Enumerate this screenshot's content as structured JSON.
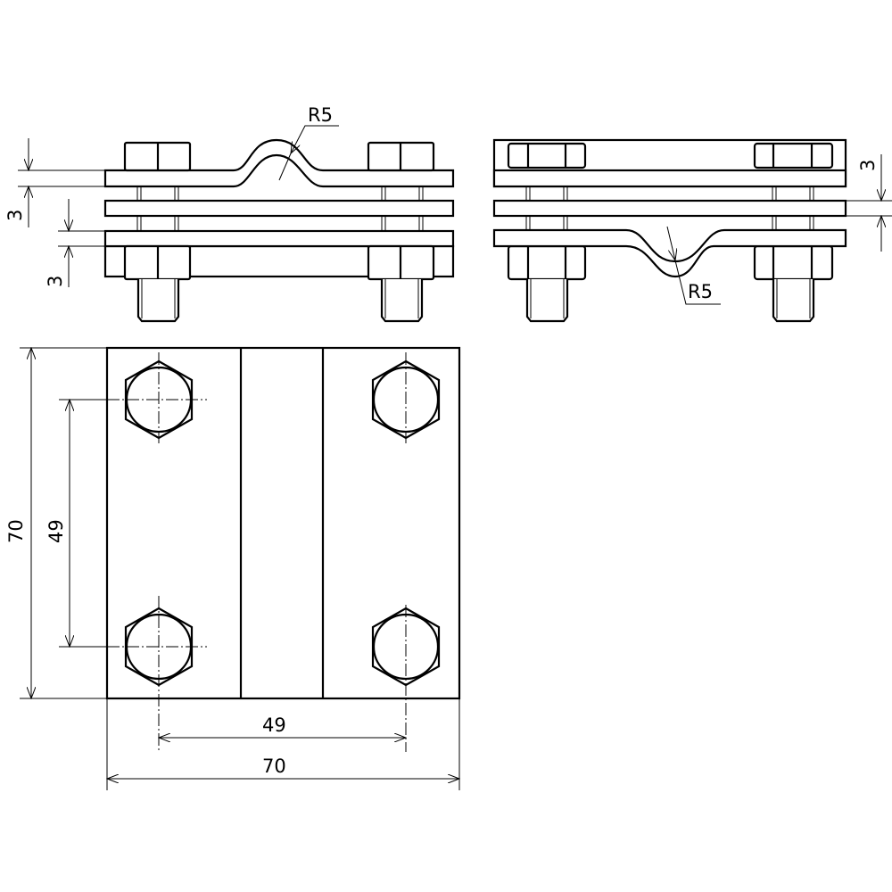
{
  "drawing": {
    "front_view": {
      "radius_label": "R5",
      "plate_thickness_label_1": "3",
      "plate_thickness_label_2": "3"
    },
    "side_view": {
      "radius_label": "R5",
      "plate_thickness_label": "3"
    },
    "top_view": {
      "height_label": "70",
      "bolt_spacing_vertical_label": "49",
      "bolt_spacing_horizontal_label": "49",
      "width_label": "70"
    }
  }
}
